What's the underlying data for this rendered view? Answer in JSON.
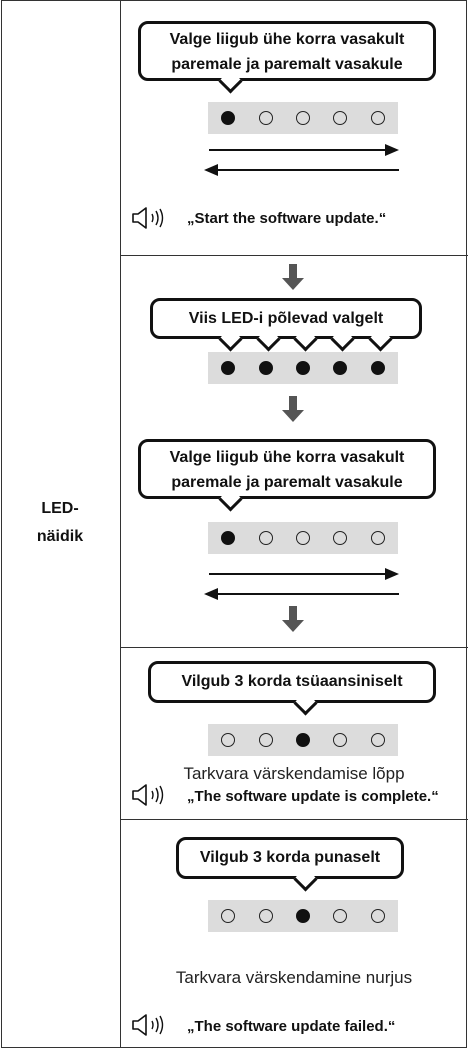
{
  "row_label": {
    "line1": "LED-",
    "line2": "näidik"
  },
  "sections": {
    "start": {
      "bubble_line1": "Valge liigub ühe korra vasakult",
      "bubble_line2": "paremale ja paremalt vasakule",
      "led_states": [
        true,
        false,
        false,
        false,
        false
      ],
      "voice": "„Start the software update.“"
    },
    "progress": {
      "bubble_all": "Viis LED-i põlevad valgelt",
      "led_states_all": [
        true,
        true,
        true,
        true,
        true
      ],
      "bubble_line1": "Valge liigub ühe korra vasakult",
      "bubble_line2": "paremale ja paremalt vasakule",
      "led_states": [
        true,
        false,
        false,
        false,
        false
      ]
    },
    "complete": {
      "bubble": "Vilgub 3 korda tsüaansiniselt",
      "led_states": [
        false,
        false,
        true,
        false,
        false
      ],
      "caption": "Tarkvara värskendamise lõpp",
      "voice": "„The software update is complete.“"
    },
    "failed": {
      "bubble": "Vilgub 3 korda punaselt",
      "led_states": [
        false,
        false,
        true,
        false,
        false
      ],
      "caption": "Tarkvara värskendamine nurjus",
      "voice": "„The software update failed.“"
    }
  },
  "icons": {
    "speaker": "speaker-sound-icon",
    "arrow": "down-arrow-icon"
  },
  "colors": {
    "led_strip": "#dcdcdc",
    "arrow": "#555555",
    "ink": "#111111"
  }
}
